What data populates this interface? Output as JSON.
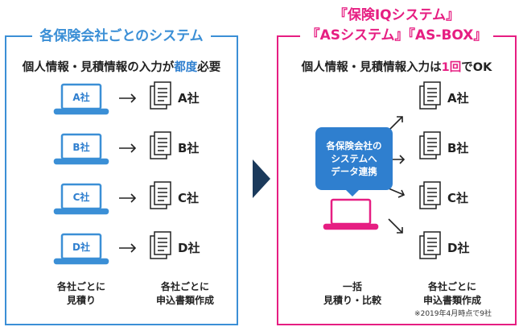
{
  "left_panel": {
    "title": "各保険会社ごとのシステム",
    "subtitle_pre": "個人情報・見積情報の入力が",
    "subtitle_emph": "都度",
    "subtitle_post": "必要",
    "rows": [
      {
        "laptop": "A社",
        "company": "A社"
      },
      {
        "laptop": "B社",
        "company": "B社"
      },
      {
        "laptop": "C社",
        "company": "C社"
      },
      {
        "laptop": "D社",
        "company": "D社"
      }
    ],
    "caption_left_1": "各社ごとに",
    "caption_left_2": "見積り",
    "caption_right_1": "各社ごとに",
    "caption_right_2": "申込書類作成"
  },
  "right_panel": {
    "title_line1": "『保険IQシステム』",
    "title_line2": "『ASシステム』『AS-BOX』",
    "subtitle_pre": "個人情報・見積情報入力は",
    "subtitle_emph": "1回",
    "subtitle_post": "でOK",
    "bubble_line1": "各保険会社の",
    "bubble_line2": "システムへ",
    "bubble_line3": "データ連携",
    "companies": [
      "A社",
      "B社",
      "C社",
      "D社"
    ],
    "caption_left_1": "一括",
    "caption_left_2": "見積り・比較",
    "caption_right_1": "各社ごとに",
    "caption_right_2": "申込書類作成",
    "footnote": "※2019年4月時点で9社"
  },
  "colors": {
    "blue": "#3b8fd6",
    "blue_text": "#2f7fcf",
    "pink": "#e61e82",
    "navy": "#1b3a5c"
  },
  "icons": [
    "laptop-icon",
    "document-icon",
    "arrow-right-icon",
    "chevron-right-icon"
  ]
}
